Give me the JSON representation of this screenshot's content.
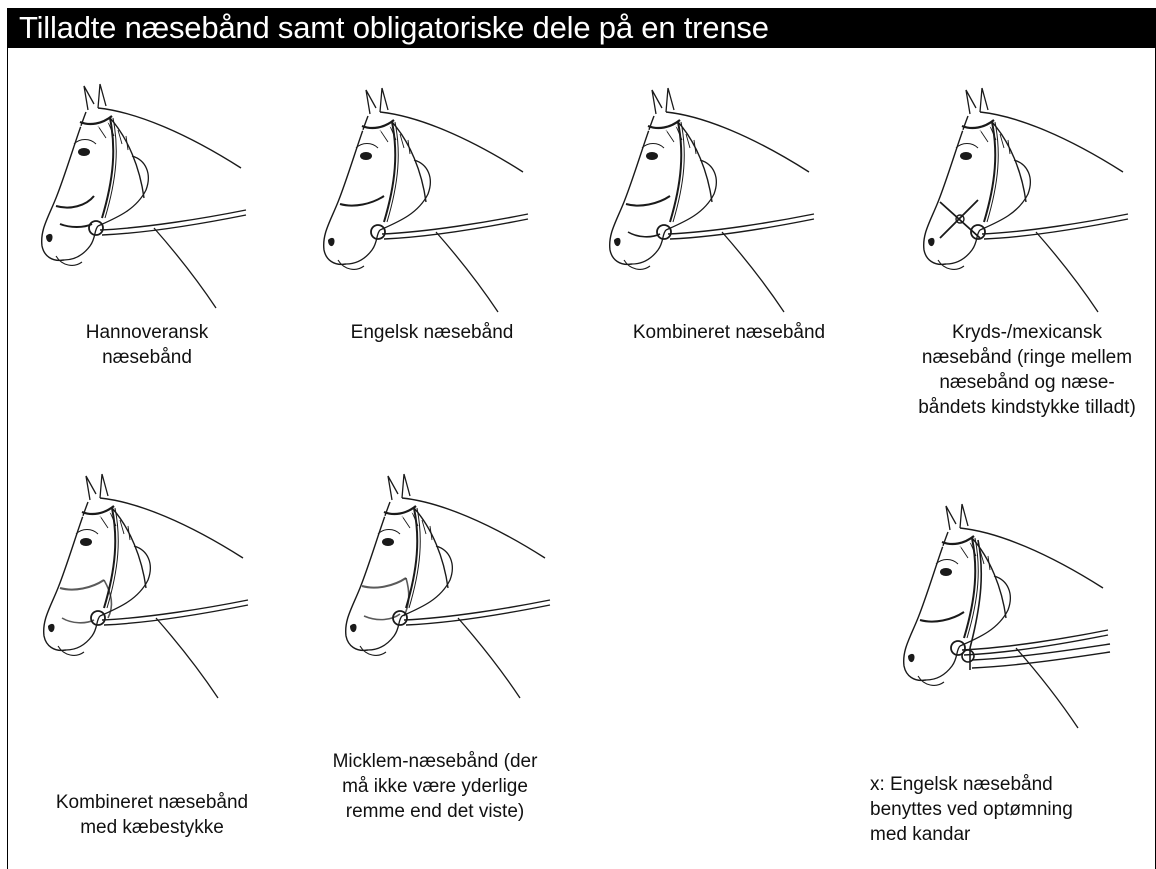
{
  "title": "Tilladte næsebånd samt obligatoriske dele på en trense",
  "colors": {
    "title_bg": "#000000",
    "title_text": "#ffffff",
    "line": "#1a1a1a"
  },
  "items": [
    {
      "id": "hannoveransk",
      "caption": "Hannoveransk\nnæsebånd"
    },
    {
      "id": "engelsk",
      "caption": "Engelsk næsebånd"
    },
    {
      "id": "kombineret",
      "caption": "Kombineret næsebånd"
    },
    {
      "id": "kryds",
      "caption": "Kryds-/mexicansk\nnæsebånd (ringe mellem\nnæsebånd og næse-\nbåndets kindstykke tilladt)"
    },
    {
      "id": "kombineret-kaebe",
      "caption": "Kombineret næsebånd\nmed kæbestykke"
    },
    {
      "id": "micklem",
      "caption": "Micklem-næsebånd (der\nmå ikke være yderlige\nremme end det viste)"
    },
    {
      "id": "kandar",
      "caption": "x: Engelsk næsebånd\nbenyttes ved optømning\nmed kandar"
    }
  ]
}
